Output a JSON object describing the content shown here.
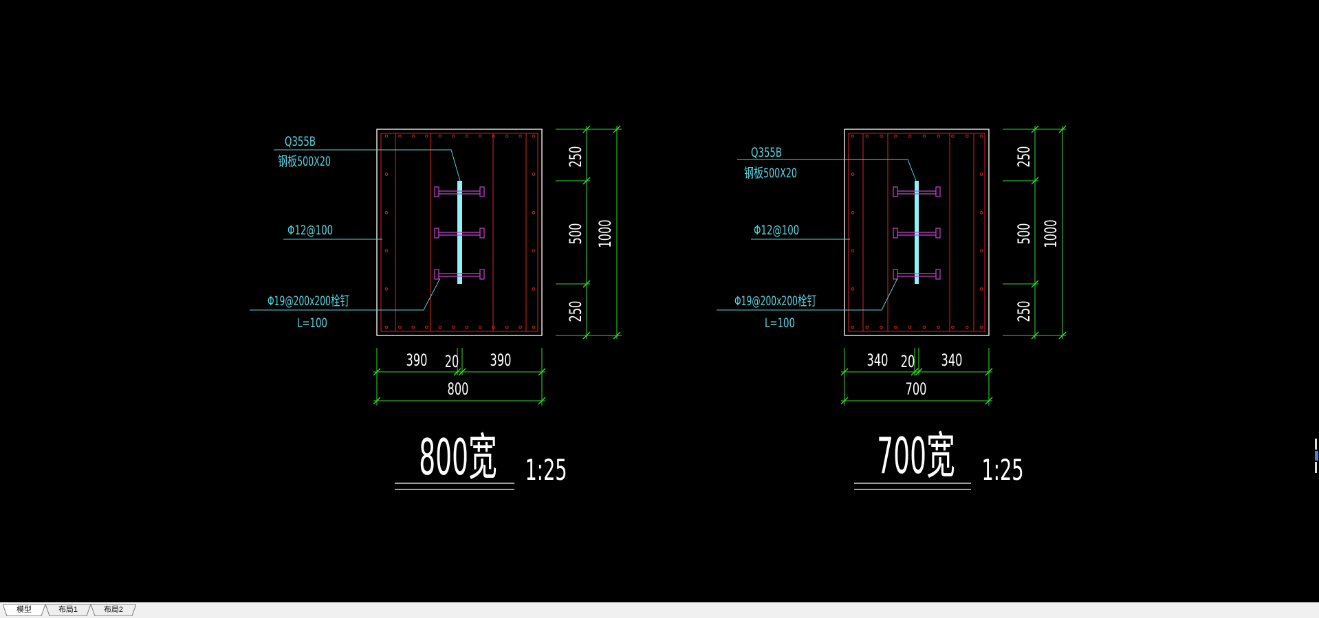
{
  "drawing": {
    "details": [
      {
        "material_grade": "Q355B",
        "plate_label": "钢板500X20",
        "rebar_label": "Φ12@100",
        "stud_label": "Φ19@200x200栓钉",
        "stud_length": "L=100",
        "dim_v": [
          "250",
          "500",
          "250"
        ],
        "dim_v_total": "1000",
        "dim_h": [
          "390",
          "20",
          "390"
        ],
        "dim_h_total": "800",
        "title": "800宽",
        "scale": "1:25"
      },
      {
        "material_grade": "Q355B",
        "plate_label": "钢板500X20",
        "rebar_label": "Φ12@100",
        "stud_label": "Φ19@200x200栓钉",
        "stud_length": "L=100",
        "dim_v": [
          "250",
          "500",
          "250"
        ],
        "dim_v_total": "1000",
        "dim_h": [
          "340",
          "20",
          "340"
        ],
        "dim_h_total": "700",
        "title": "700宽",
        "scale": "1:25"
      }
    ],
    "colors": {
      "background": "#000000",
      "outline": "#ffffff",
      "rebar": "#e0202a",
      "dimension": "#2ee02e",
      "leader": "#4fd6e0",
      "plate": "#8ff2f6",
      "stud": "#d040d8"
    }
  },
  "tabs": [
    {
      "label": "模型",
      "active": true
    },
    {
      "label": "布局1",
      "active": false
    },
    {
      "label": "布局2",
      "active": false
    }
  ]
}
